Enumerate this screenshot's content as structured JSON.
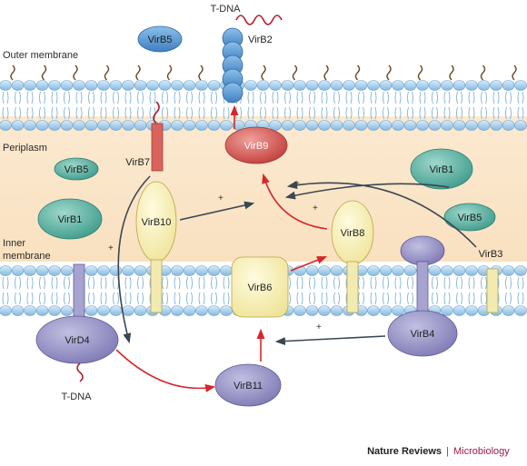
{
  "regions": {
    "outer_membrane": "Outer membrane",
    "periplasm": "Periplasm",
    "inner_membrane_line1": "Inner",
    "inner_membrane_line2": "membrane"
  },
  "proteins": {
    "virb5_top": "VirB5",
    "virb2": "VirB2",
    "virb7": "VirB7",
    "virb9": "VirB9",
    "virb5_left": "VirB5",
    "virb1_right": "VirB1",
    "virb1_left": "VirB1",
    "virb10": "VirB10",
    "virb8": "VirB8",
    "virb5_right": "VirB5",
    "virb3": "VirB3",
    "virb6": "VirB6",
    "virb4": "VirB4",
    "vird4": "VirD4",
    "virb11": "VirB11"
  },
  "tdna_top": "T-DNA",
  "tdna_bottom": "T-DNA",
  "plus_sign": "+",
  "credit": {
    "publisher": "Nature Reviews",
    "separator": "|",
    "journal": "Microbiology"
  },
  "colors": {
    "blue_protein": "#4f8fcf",
    "teal_protein": "#4fae9e",
    "red_protein": "#d2504e",
    "yellow_protein": "#f7efb0",
    "purple_protein": "#8a86bd",
    "membrane_head": "#a9d3ef",
    "periplasm": "#fae5c8",
    "red_arrow": "#d8262b",
    "dark_arrow": "#3a4652",
    "journal_accent": "#9b1b4b"
  }
}
